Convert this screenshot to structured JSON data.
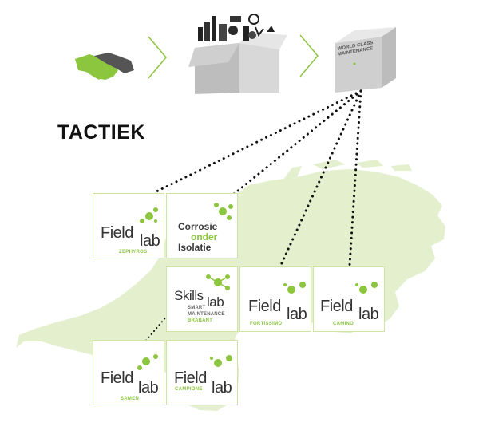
{
  "title": "TACTIEK",
  "wcm_logo": {
    "line1": "WORLD CLASS",
    "line2": "MAINTENANCE"
  },
  "tiles": {
    "zephyros": {
      "field": "Field",
      "lab": "lab",
      "sub": "ZEPHYROS"
    },
    "corrosie": {
      "line1": "Corrosie",
      "line2": "onder",
      "line3": "Isolatie"
    },
    "skillslab": {
      "skills": "Skills",
      "lab": "lab",
      "sub1": "SMART",
      "sub2": "MAINTENANCE",
      "sub3": "BRABANT"
    },
    "fortissimo": {
      "field": "Field",
      "lab": "lab",
      "sub": "FORTISSIMO"
    },
    "camino": {
      "field": "Field",
      "lab": "lab",
      "sub": "CAMINO"
    },
    "samen": {
      "field": "Field",
      "lab": "lab",
      "sub": "SAMEN"
    },
    "campione": {
      "field": "Field",
      "lab": "lab",
      "sub": "CAMPIONE"
    }
  },
  "colors": {
    "accent": "#8cc63f",
    "map": "#e3efcd",
    "box": "#d7d7d7",
    "text": "#111111"
  },
  "icons": [
    "handshake-icon",
    "box-with-tools-icon",
    "arrow-right-icon",
    "world-class-maintenance-box-icon",
    "netherlands-map"
  ]
}
